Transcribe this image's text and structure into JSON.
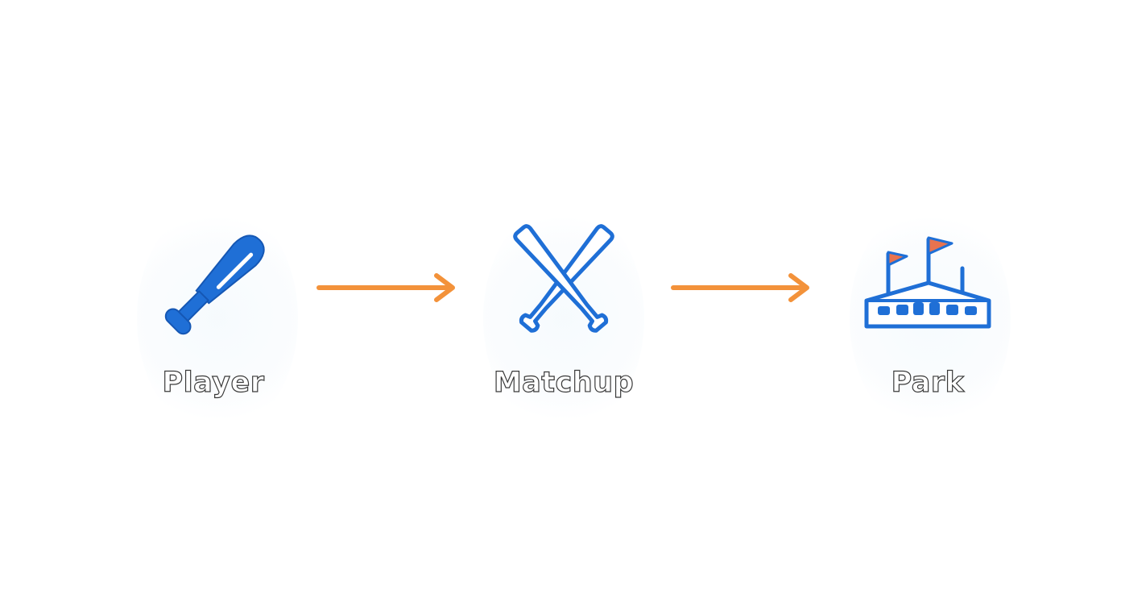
{
  "diagram": {
    "nodes": [
      {
        "id": "player",
        "label": "Player",
        "icon": "baseball-bat-icon"
      },
      {
        "id": "matchup",
        "label": "Matchup",
        "icon": "crossed-bats-icon"
      },
      {
        "id": "park",
        "label": "Park",
        "icon": "stadium-icon"
      }
    ],
    "edges": [
      {
        "from": "player",
        "to": "matchup"
      },
      {
        "from": "matchup",
        "to": "park"
      }
    ],
    "colors": {
      "icon_blue": "#1f6fd6",
      "arrow_orange": "#f3923a",
      "flag_red": "#e8734f",
      "label_outline": "#3a3a3a"
    }
  }
}
